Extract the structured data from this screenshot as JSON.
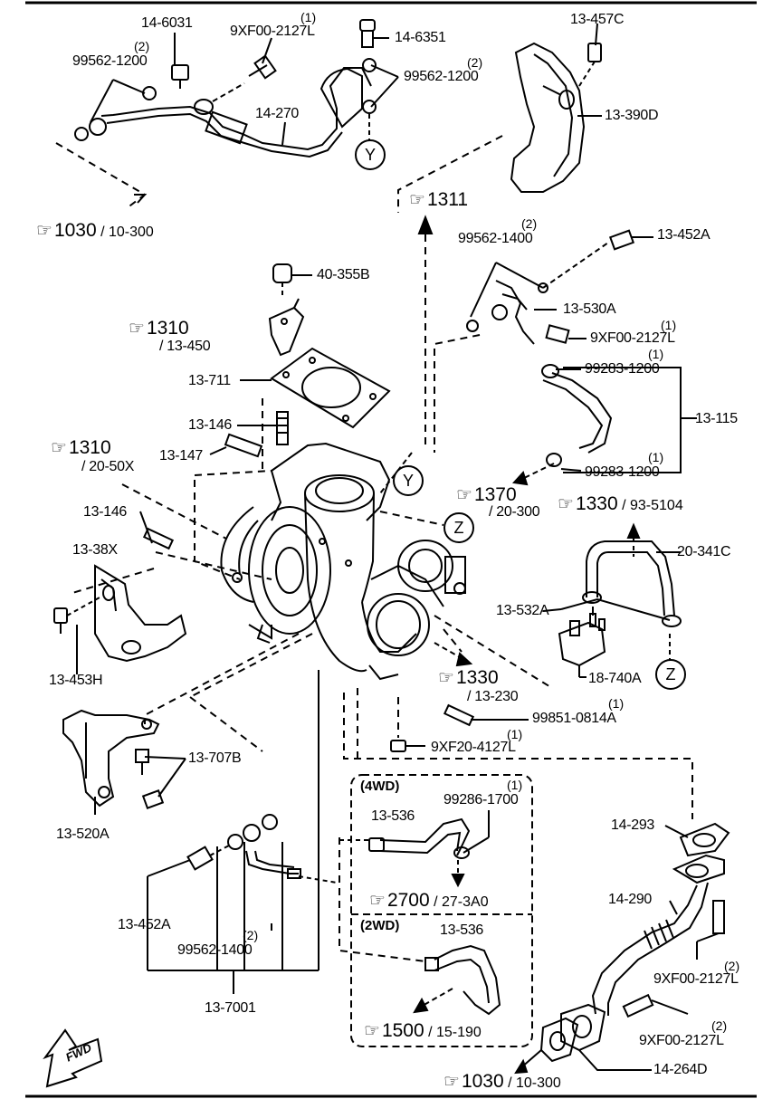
{
  "parts": {
    "p14_6031": "14-6031",
    "p9xf00_a": "9XF00-2127L",
    "p14_6351": "14-6351",
    "p13_457c": "13-457C",
    "p99562_1200_a": "99562-1200",
    "p99562_1200_b": "99562-1200",
    "p14_270": "14-270",
    "p13_390d": "13-390D",
    "p99562_1400_a": "99562-1400",
    "p13_452a_a": "13-452A",
    "p40_355b": "40-355B",
    "p13_530a": "13-530A",
    "p9xf00_b": "9XF00-2127L",
    "p99283_1200_a": "99283-1200",
    "p13_711": "13-711",
    "p13_115": "13-115",
    "p13_146_a": "13-146",
    "p13_147": "13-147",
    "p99283_1200_b": "99283-1200",
    "p13_146_b": "13-146",
    "p20_341c": "20-341C",
    "p13_38x": "13-38X",
    "p13_532a": "13-532A",
    "p13_453h": "13-453H",
    "p18_740a": "18-740A",
    "p99851": "99851-0814A",
    "p9xf20": "9XF20-4127L",
    "p13_707b": "13-707B",
    "p13_520a": "13-520A",
    "p13_536_a": "13-536",
    "p99286": "99286-1700",
    "p14_293": "14-293",
    "p14_290": "14-290",
    "p13_452a_b": "13-452A",
    "p99562_1400_b": "99562-1400",
    "p13_536_b": "13-536",
    "p9xf00_c": "9XF00-2127L",
    "p9xf00_d": "9XF00-2127L",
    "p13_7001": "13-7001",
    "p14_264d": "14-264D"
  },
  "quantities": {
    "q9xf00_a": "(1)",
    "q99562_1200_a": "(2)",
    "q99562_1200_b": "(2)",
    "q99562_1400_a": "(2)",
    "q9xf00_b": "(1)",
    "q99283_a": "(1)",
    "q99283_b": "(1)",
    "q99851": "(1)",
    "q9xf20": "(1)",
    "q99286": "(1)",
    "q99562_1400_b": "(2)",
    "q9xf00_c": "(2)",
    "q9xf00_d": "(2)"
  },
  "refs": {
    "r1030_top": {
      "num": "1030",
      "sub": "/ 10-300"
    },
    "r1311": {
      "num": "1311",
      "sub": ""
    },
    "r1310_a": {
      "num": "1310",
      "sub": "/ 13-450"
    },
    "r1310_b": {
      "num": "1310",
      "sub": "/ 20-50X"
    },
    "r1370": {
      "num": "1370",
      "sub": "/ 20-300"
    },
    "r1330_a": {
      "num": "1330",
      "sub": "/ 93-5104"
    },
    "r1330_b": {
      "num": "1330",
      "sub": "/ 13-230"
    },
    "r2700": {
      "num": "2700",
      "sub": "/ 27-3A0"
    },
    "r1500": {
      "num": "1500",
      "sub": "/ 15-190"
    },
    "r1030_bot": {
      "num": "1030",
      "sub": "/ 10-300"
    }
  },
  "callouts": {
    "y": "Y",
    "z": "Z"
  },
  "boxes": {
    "wd4": "(4WD)",
    "wd2": "(2WD)"
  },
  "fwd": "FWD",
  "icons": {
    "pointer": "pointing-hand-icon"
  }
}
